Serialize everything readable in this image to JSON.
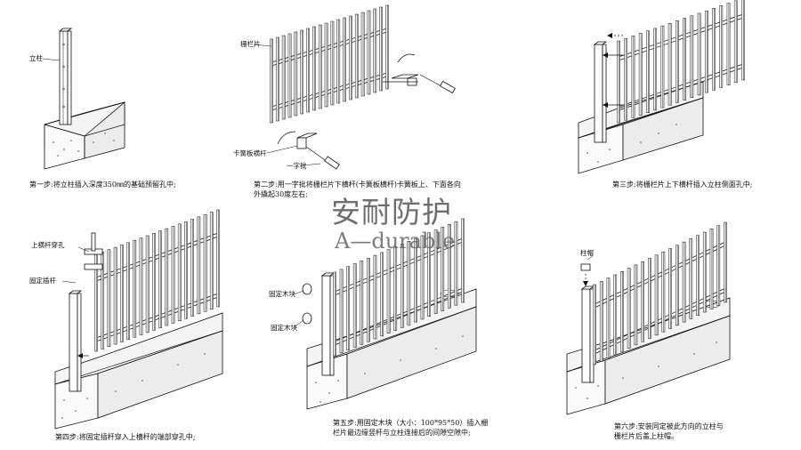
{
  "watermark": {
    "cn": "安耐防护",
    "en": "A—durable"
  },
  "steps": [
    {
      "id": 1,
      "caption_lines": [
        "第一步:将立柱插入深度350㎜的基础预留孔中;"
      ],
      "labels": [
        "立柱"
      ]
    },
    {
      "id": 2,
      "caption_lines": [
        "第二步:用一字批将栅栏片下横杆(卡簧板横杆)卡簧板上、下面各向",
        "外撬起30度左右;"
      ],
      "labels": [
        "栅栏片",
        "卡簧板横杆",
        "一字批"
      ]
    },
    {
      "id": 3,
      "caption_lines": [
        "第三步:将栅栏片上下横杆插入立柱侧面孔中;"
      ],
      "labels": []
    },
    {
      "id": 4,
      "caption_lines": [
        "第四步:将固定插杆穿入上横杆的端部穿孔中;"
      ],
      "labels": [
        "上横杆穿孔",
        "固定插杆"
      ]
    },
    {
      "id": 5,
      "caption_lines": [
        "第五步:用固定木块（大小：100*95*50）插入栅",
        "栏片最边缘竖杆与立柱连接后的间隙空隙中;"
      ],
      "labels": [
        "固定木块",
        "固定木块"
      ]
    },
    {
      "id": 6,
      "caption_lines": [
        "第六步:安装同定被此方向的立柱与",
        "栅栏片后盖上柱帽。"
      ],
      "labels": [
        "柱帽"
      ]
    }
  ]
}
